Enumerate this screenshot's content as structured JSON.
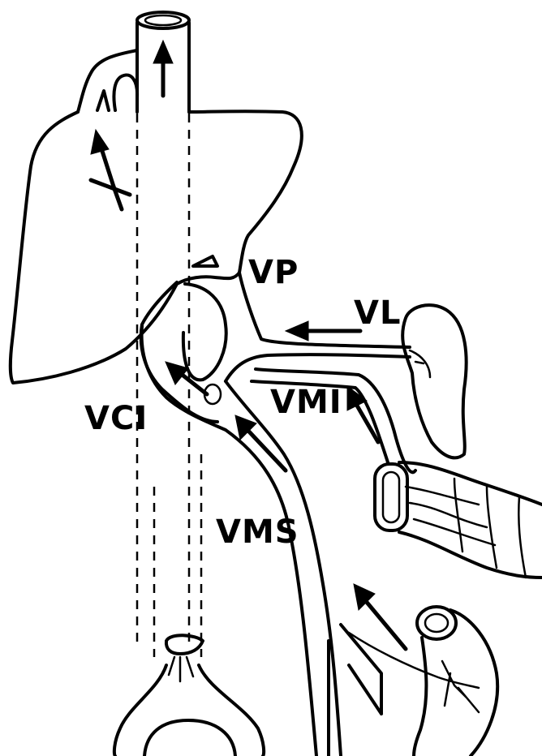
{
  "labels": {
    "vp": "VP",
    "vl": "VL",
    "vmi": "VMI",
    "vci": "VCI",
    "vms": "VMS"
  }
}
